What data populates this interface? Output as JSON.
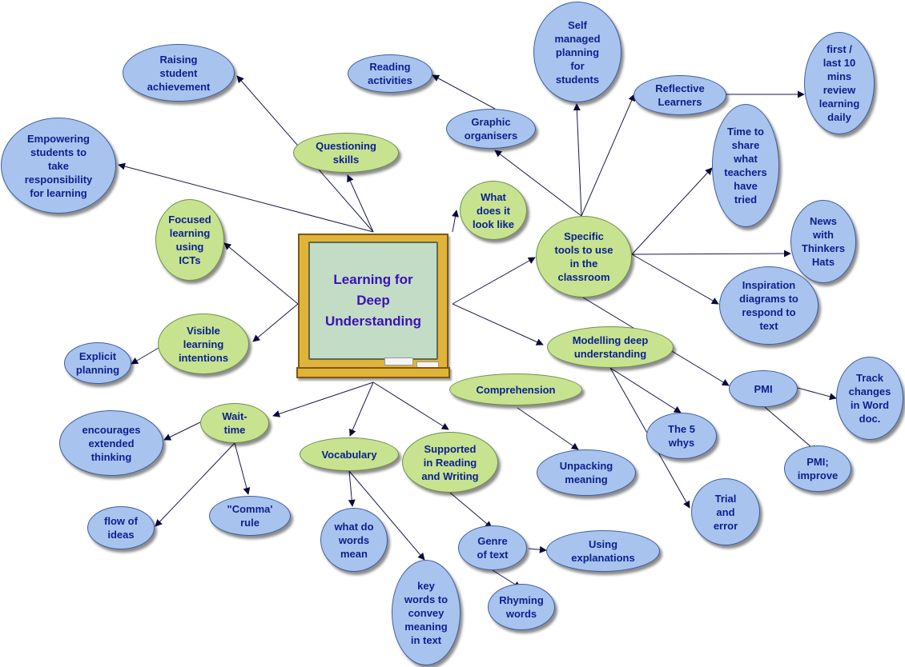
{
  "center": {
    "title": "Learning for\nDeep\nUnderstanding"
  },
  "nodes": [
    {
      "id": "raising",
      "label": "Raising\nstudent\nachievement",
      "color": "blue"
    },
    {
      "id": "empowering",
      "label": "Empowering\nstudents to\ntake\nresponsibility\nfor learning",
      "color": "blue"
    },
    {
      "id": "questioning",
      "label": "Questioning\nskills",
      "color": "green"
    },
    {
      "id": "reading-activities",
      "label": "Reading\nactivities",
      "color": "blue"
    },
    {
      "id": "graphic",
      "label": "Graphic\norganisers",
      "color": "blue"
    },
    {
      "id": "self-managed",
      "label": "Self\nmanaged\nplanning\nfor\nstudents",
      "color": "blue"
    },
    {
      "id": "reflective",
      "label": "Reflective\nLearners",
      "color": "blue"
    },
    {
      "id": "first-last",
      "label": "first /\nlast 10\nmins\nreview\nlearning\ndaily",
      "color": "blue"
    },
    {
      "id": "time-share",
      "label": "Time to\nshare\nwhat\nteachers\nhave\ntried",
      "color": "blue"
    },
    {
      "id": "what-look",
      "label": "What\ndoes it\nlook like",
      "color": "green"
    },
    {
      "id": "specific-tools",
      "label": "Specific\ntools to use\nin the\nclassroom",
      "color": "green"
    },
    {
      "id": "news-hats",
      "label": "News\nwith\nThinkers\nHats",
      "color": "blue"
    },
    {
      "id": "inspiration",
      "label": "Inspiration\ndiagrams to\nrespond to\ntext",
      "color": "blue"
    },
    {
      "id": "focused-icts",
      "label": "Focused\nlearning\nusing\nICTs",
      "color": "green"
    },
    {
      "id": "visible",
      "label": "Visible\nlearning\nintentions",
      "color": "green"
    },
    {
      "id": "explicit",
      "label": "Explicit\nplanning",
      "color": "blue"
    },
    {
      "id": "modelling",
      "label": "Modelling deep\nunderstanding",
      "color": "green"
    },
    {
      "id": "pmi",
      "label": "PMI",
      "color": "blue"
    },
    {
      "id": "track-changes",
      "label": "Track\nchanges\nin Word\ndoc.",
      "color": "blue"
    },
    {
      "id": "pmi-improve",
      "label": "PMI;\nimprove",
      "color": "blue"
    },
    {
      "id": "five-whys",
      "label": "The 5\nwhys",
      "color": "blue"
    },
    {
      "id": "trial-error",
      "label": "Trial\nand\nerror",
      "color": "blue"
    },
    {
      "id": "comprehension",
      "label": "Comprehension",
      "color": "green"
    },
    {
      "id": "unpacking",
      "label": "Unpacking\nmeaning",
      "color": "blue"
    },
    {
      "id": "wait-time",
      "label": "Wait-\ntime",
      "color": "green"
    },
    {
      "id": "encourages",
      "label": "encourages\nextended\nthinking",
      "color": "blue"
    },
    {
      "id": "flow-ideas",
      "label": "flow of\nideas",
      "color": "blue"
    },
    {
      "id": "comma-rule",
      "label": "\"Comma'\nrule",
      "color": "blue"
    },
    {
      "id": "vocabulary",
      "label": "Vocabulary",
      "color": "green"
    },
    {
      "id": "words-mean",
      "label": "what do\nwords\nmean",
      "color": "blue"
    },
    {
      "id": "key-words",
      "label": "key\nwords to\nconvey\nmeaning\nin text",
      "color": "blue"
    },
    {
      "id": "supported",
      "label": "Supported\nin Reading\nand Writing",
      "color": "green"
    },
    {
      "id": "genre",
      "label": "Genre\nof text",
      "color": "blue"
    },
    {
      "id": "explanations",
      "label": "Using\nexplanations",
      "color": "blue"
    },
    {
      "id": "rhyming",
      "label": "Rhyming\nwords",
      "color": "blue"
    }
  ],
  "colors": {
    "blue_fill": "#a8c4ee",
    "green_fill": "#c7e38f",
    "text": "#0b1f8f",
    "board_text": "#3a11b5",
    "edge": "#1a1a4a"
  }
}
